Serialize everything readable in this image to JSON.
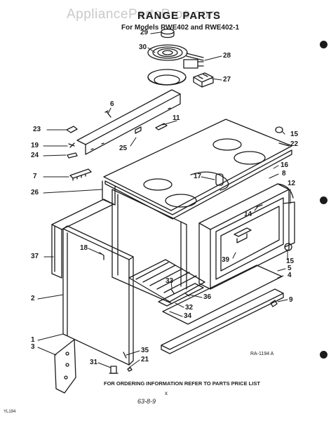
{
  "watermark": "AppliancePartsPros.com",
  "title": "RANGE PARTS",
  "subtitle": "For Models RWE402 and RWE402-1",
  "ref_code": "RA-1194 A",
  "footnote": "FOR ORDERING INFORMATION REFER TO PARTS PRICE LIST",
  "page_mark": "x",
  "page_code": "63-8-9",
  "image_code": "YL194",
  "callouts": [
    "29",
    "30",
    "28",
    "27",
    "6",
    "11",
    "23",
    "25",
    "19",
    "24",
    "15",
    "22",
    "7",
    "17",
    "16",
    "8",
    "26",
    "12",
    "14",
    "18",
    "37",
    "39",
    "15",
    "5",
    "33",
    "4",
    "2",
    "36",
    "32",
    "9",
    "34",
    "1",
    "3",
    "35",
    "21",
    "31"
  ],
  "colors": {
    "ink": "#1b1b1b",
    "watermark": "#c9c9c9",
    "paper": "#ffffff"
  }
}
